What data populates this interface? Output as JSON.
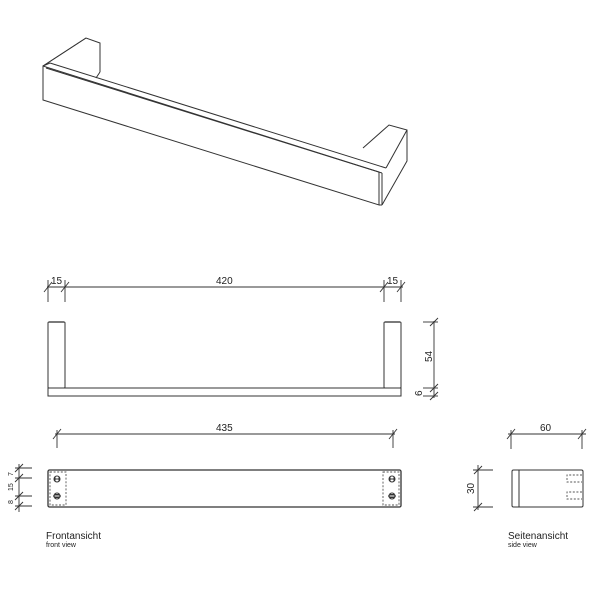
{
  "drawing": {
    "type": "technical-drawing",
    "subject": "towel bar / rail",
    "views": {
      "isometric": {
        "label": ""
      },
      "top_dimensions": {
        "left_bracket": "15",
        "span": "420",
        "right_bracket": "15",
        "height": "54",
        "bar_thickness": "6"
      },
      "front": {
        "title": "Frontansicht",
        "subtitle": "front view",
        "overall_length": "435",
        "left_dims": [
          "7",
          "15",
          "8"
        ]
      },
      "side": {
        "title": "Seitenansicht",
        "subtitle": "side view",
        "depth": "60",
        "height": "30"
      }
    }
  }
}
